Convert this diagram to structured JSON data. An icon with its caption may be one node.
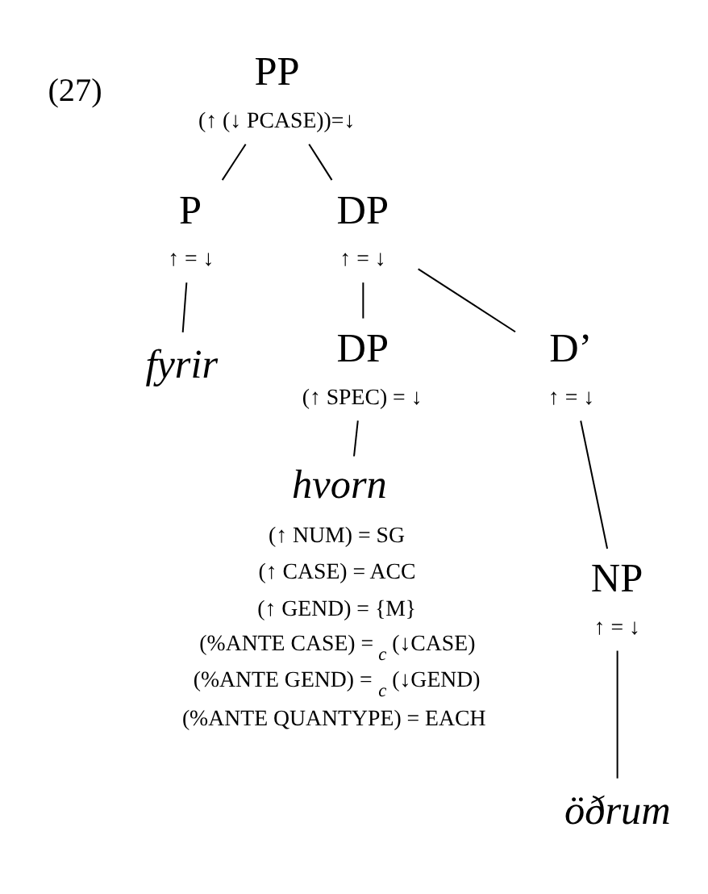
{
  "diagram": {
    "nodes": [
      {
        "text": [
          "PP",
          "(↑ (↓ PCASE))=↓"
        ]
      },
      {
        "text": [
          "P",
          "↑ = ↓"
        ]
      },
      {
        "text": [
          "DP",
          "↑ = ↓"
        ]
      },
      {
        "text": [
          "fyrir"
        ]
      },
      {
        "text": [
          "DP",
          "(↑ SPEC) = ↓"
        ]
      },
      {
        "text": [
          "D’",
          "↑ = ↓"
        ]
      },
      {
        "text": [
          "hvorn",
          "(↑ NUM) = SG",
          "(↑ CASE) = ACC",
          "(↑ GEND) = {M}",
          "(%ANTE CASE) =$_{c}$ (↓CASE)",
          "(%ANTE GEND) =$_{c}$ (↓GEND)",
          "(%ANTE QUANTYPE) = EACH"
        ]
      },
      {
        "text": [
          "NP",
          "↑ = ↓"
        ]
      },
      {
        "text": [
          "öðrum"
        ]
      }
    ],
    "edges": [
      {
        "from": 0,
        "to": 1,
        "arrow": "none"
      },
      {
        "from": 0,
        "to": 2,
        "arrow": "none"
      },
      {
        "from": 1,
        "to": 3,
        "arrow": "none"
      },
      {
        "from": 2,
        "to": 4,
        "arrow": "none"
      },
      {
        "from": 2,
        "to": 5,
        "arrow": "none"
      },
      {
        "from": 4,
        "to": 6,
        "arrow": "none"
      },
      {
        "from": 5,
        "to": 7,
        "arrow": "none"
      },
      {
        "from": 7,
        "to": 8,
        "arrow": "none"
      }
    ],
    "labels": [
      "(27)"
    ]
  }
}
